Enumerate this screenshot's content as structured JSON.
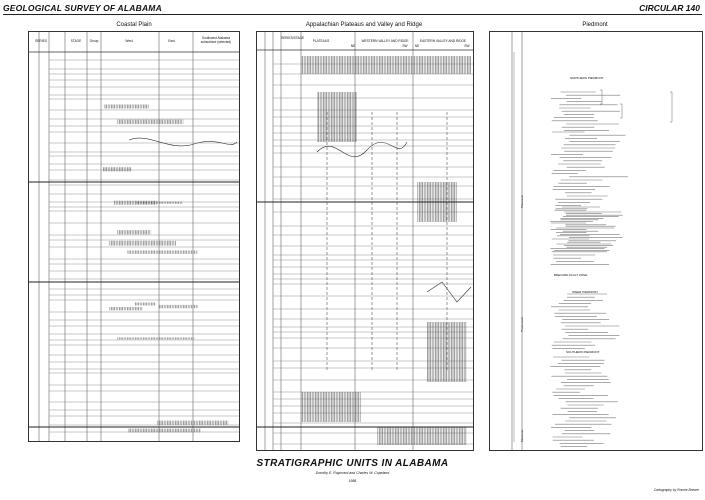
{
  "header": {
    "org": "GEOLOGICAL SURVEY OF ALABAMA",
    "circular": "CIRCULAR 140"
  },
  "panels": {
    "coastal": {
      "title": "Coastal Plain",
      "headers": [
        "SERIES",
        "STAGE",
        "Group",
        "West",
        "East",
        "Southwest Alabama subsurface (selected)"
      ]
    },
    "appalachian": {
      "title": "Appalachian Plateaus and Valley and Ridge",
      "headers": [
        "SERIES/STAGE",
        "PLATEAUS",
        "WESTERN VALLEY AND RIDGE",
        "EASTERN VALLEY AND RIDGE"
      ],
      "belt_marks": [
        "NE",
        "SW",
        "NE",
        "SW"
      ]
    },
    "piedmont": {
      "title": "Piedmont",
      "sections": [
        "NORTHERN PIEDMONT",
        "BREVARD FAULT ZONE",
        "INNER PIEDMONT",
        "SOUTHERN PIEDMONT"
      ],
      "side_labels": [
        "Paleozoic",
        "Proterozoic",
        "Mesozoic"
      ]
    }
  },
  "footer": {
    "title": "STRATIGRAPHIC UNITS IN ALABAMA",
    "authors": "Dorothy E. Raymond and Charles W. Copeland",
    "year": "1988",
    "credit": "Cartography by Ronnie Brewer"
  }
}
